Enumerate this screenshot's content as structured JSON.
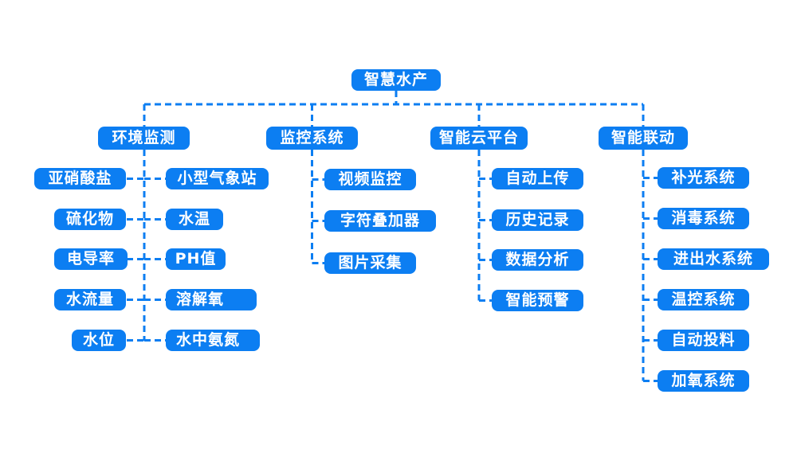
{
  "diagram": {
    "title": "智慧水产 mind map",
    "root": "智慧水产",
    "branches": [
      {
        "label": "环境监测",
        "left": [
          "亚硝酸盐",
          "硫化物",
          "电导率",
          "水流量",
          "水位"
        ],
        "right": [
          "小型气象站",
          "水温",
          "PH值",
          "溶解氧",
          "水中氨氮"
        ]
      },
      {
        "label": "监控系统",
        "children": [
          "视频监控",
          "字符叠加器",
          "图片采集"
        ]
      },
      {
        "label": "智能云平台",
        "children": [
          "自动上传",
          "历史记录",
          "数据分析",
          "智能预警"
        ]
      },
      {
        "label": "智能联动",
        "children": [
          "补光系统",
          "消毒系统",
          "进出水系统",
          "温控系统",
          "自动投料",
          "加氧系统"
        ]
      }
    ],
    "colors": {
      "node_fill": "#0c7ef2",
      "node_text": "#ffffff",
      "connector": "#0c7ef2",
      "background": "#ffffff"
    }
  }
}
